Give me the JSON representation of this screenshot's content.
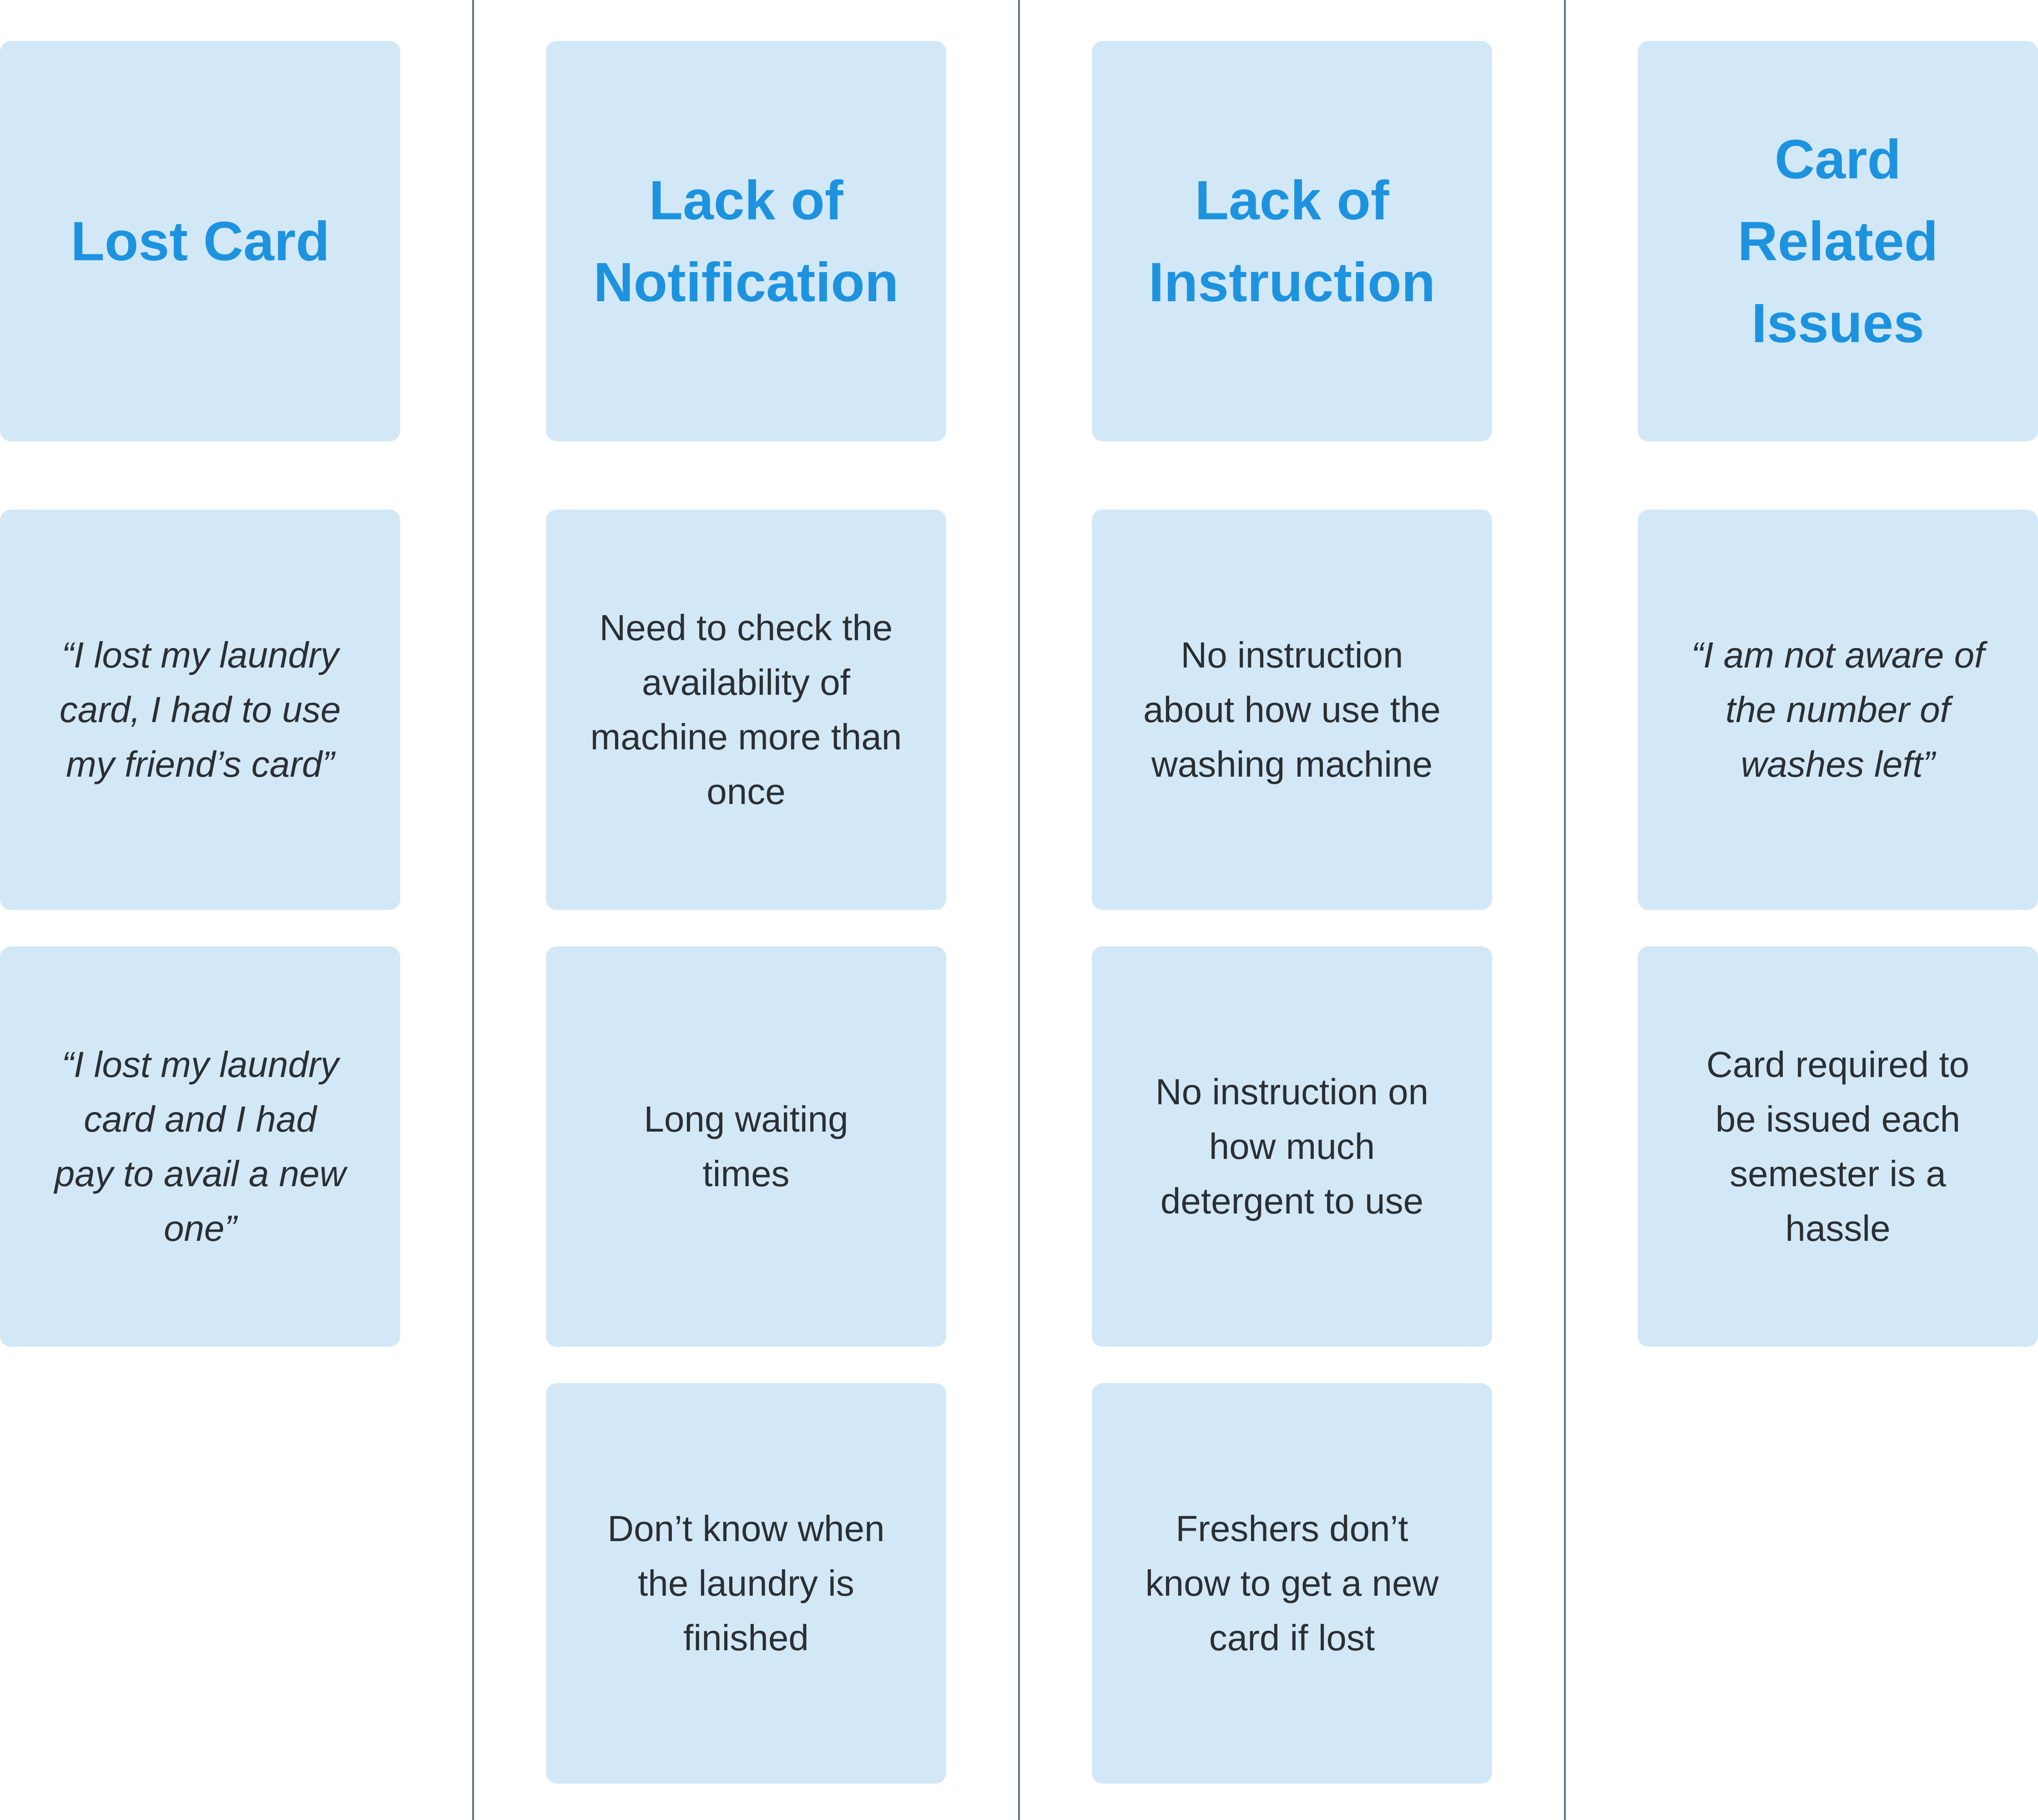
{
  "columns": [
    {
      "title": "Lost Card",
      "cards": [
        {
          "text": "“I lost my laundry card, I had to use my friend’s card”",
          "style": "quote"
        },
        {
          "text": "“I lost my laundry card and I had pay to avail a new one”",
          "style": "quote"
        }
      ]
    },
    {
      "title": "Lack of Notification",
      "cards": [
        {
          "text": "Need to check the availability of machine more than once",
          "style": "plain"
        },
        {
          "text": "Long waiting times",
          "style": "plain"
        },
        {
          "text": "Don’t know when the laundry is finished",
          "style": "plain"
        }
      ]
    },
    {
      "title": "Lack of Instruction",
      "cards": [
        {
          "text": "No instruction about how use the washing machine",
          "style": "plain"
        },
        {
          "text": "No instruction on how much detergent to use",
          "style": "plain"
        },
        {
          "text": "Freshers don’t know to get a new card if lost",
          "style": "plain"
        }
      ]
    },
    {
      "title": "Card Related Issues",
      "cards": [
        {
          "text": "“I am not aware of the number of washes left”",
          "style": "quote"
        },
        {
          "text": "Card required to be issued each semester is a hassle",
          "style": "plain"
        }
      ]
    }
  ],
  "colors": {
    "card_background": "#d3e8f7",
    "title_text": "#1d93e0",
    "body_text": "#2b2f33",
    "divider": "#5f6f84"
  }
}
